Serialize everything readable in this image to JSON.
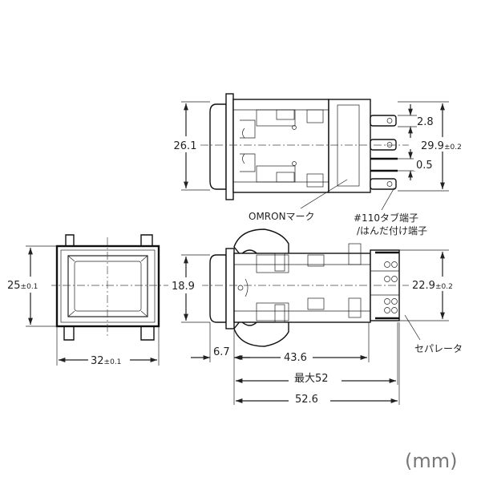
{
  "top_view": {
    "dim_height": "26.1",
    "dim_pitch": "2.8",
    "dim_span": "29.9",
    "dim_span_tol": "±0.2",
    "dim_thickness": "0.5",
    "label_mark": "OMRONマーク",
    "label_terminal_line1": "#110タブ端子",
    "label_terminal_line2": "/はんだ付け端子"
  },
  "front_view": {
    "dim_height": "25",
    "dim_height_tol": "±0.1",
    "dim_width": "32",
    "dim_width_tol": "±0.1"
  },
  "side_view": {
    "dim_height": "18.9",
    "dim_span": "22.9",
    "dim_span_tol": "±0.2",
    "label_separator": "セパレータ",
    "dim_flange": "6.7",
    "dim_depth": "43.6",
    "dim_max": "最大52",
    "dim_total": "52.6"
  },
  "unit": "(mm)"
}
